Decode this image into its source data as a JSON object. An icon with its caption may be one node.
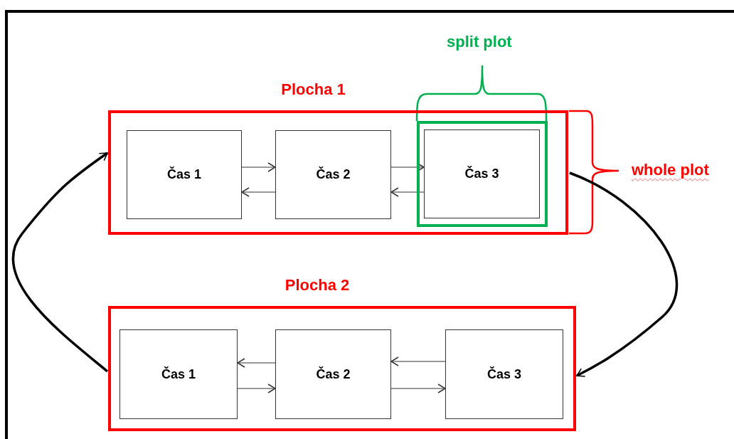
{
  "diagram": {
    "nodes": [
      {
        "text": [
          "Plocha 1"
        ]
      },
      {
        "text": [
          "Čas 1"
        ],
        "in": 0
      },
      {
        "text": [
          "Čas 2"
        ],
        "in": 0
      },
      {
        "text": [],
        "shape": "box",
        "in": 0
      },
      {
        "text": [
          "Čas 3"
        ],
        "in": 3
      },
      {
        "text": [
          "Plocha 2"
        ]
      },
      {
        "text": [
          "Čas 1"
        ],
        "in": 5
      },
      {
        "text": [
          "Čas 2"
        ],
        "in": 5
      },
      {
        "text": [
          "Čas 3"
        ],
        "in": 5
      }
    ],
    "edges": [
      {
        "from": 1,
        "to": 2,
        "arrow": "to"
      },
      {
        "from": 2,
        "to": 1,
        "arrow": "to"
      },
      {
        "from": 2,
        "to": 4,
        "arrow": "to"
      },
      {
        "from": 4,
        "to": 2,
        "arrow": "to"
      },
      {
        "from": 0,
        "to": 5,
        "arrow": "to",
        "style": "thick"
      },
      {
        "from": 5,
        "to": 0,
        "arrow": "to",
        "style": "thick"
      },
      {
        "from": 7,
        "to": 6,
        "arrow": "to"
      },
      {
        "from": 6,
        "to": 7,
        "arrow": "to"
      },
      {
        "from": 8,
        "to": 7,
        "arrow": "to"
      },
      {
        "from": 7,
        "to": 8,
        "arrow": "to"
      }
    ],
    "labels": [
      "split plot",
      "whole plot"
    ]
  }
}
